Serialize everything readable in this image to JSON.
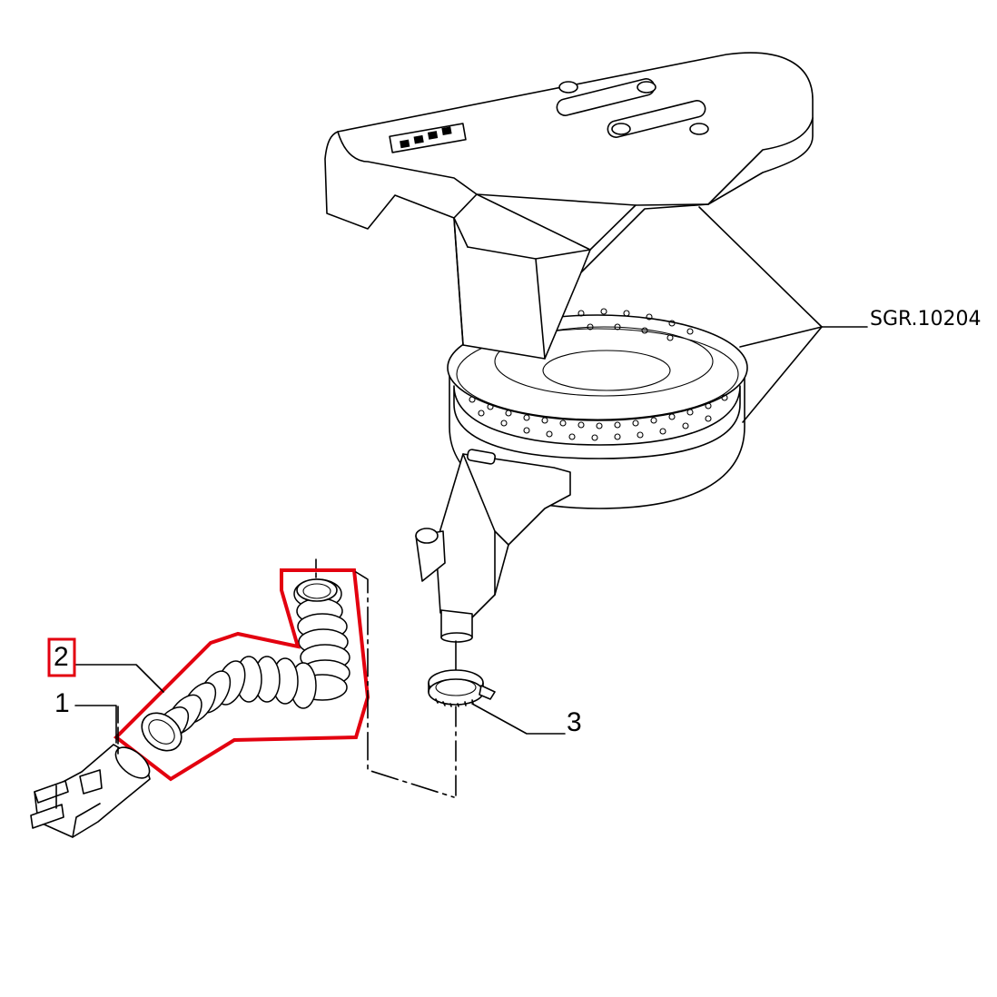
{
  "diagram": {
    "reference_code": "SGR.10204",
    "callouts": [
      {
        "number": "1",
        "part": "connector"
      },
      {
        "number": "2",
        "part": "corrugated-hose",
        "highlighted": true
      },
      {
        "number": "3",
        "part": "hose-clamp"
      }
    ],
    "colors": {
      "line": "#000000",
      "highlight": "#e3000f",
      "background": "#ffffff"
    }
  }
}
